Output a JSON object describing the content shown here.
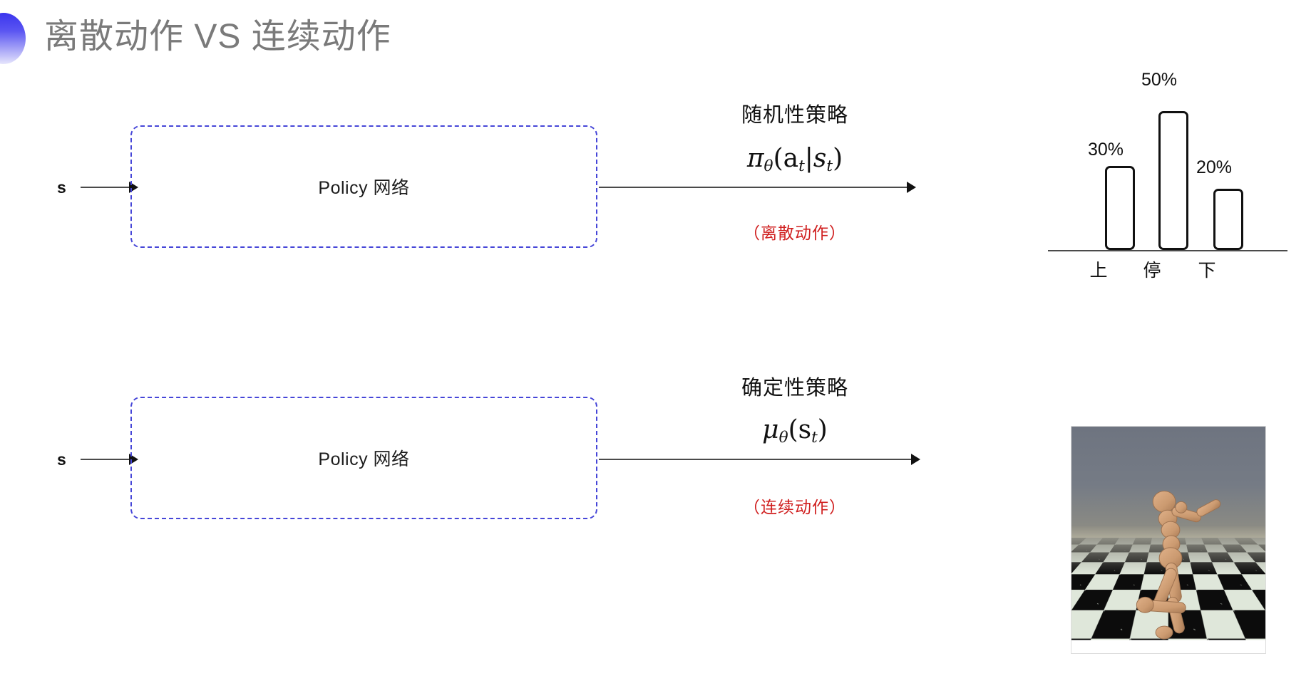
{
  "slide": {
    "title": "离散动作 VS 连续动作",
    "accent_color": "#3b35ee",
    "title_color": "#7a7a7a",
    "note_color": "#d02020",
    "box_border_color": "#4646d8"
  },
  "rows": [
    {
      "input_label": "s",
      "box_label": "Policy 网络",
      "caption": "随机性策略",
      "formula_main": "π",
      "formula_sub": "θ",
      "formula_args": "(a",
      "formula_args_sub": "t",
      "formula_args_mid": "|s",
      "formula_args_sub2": "t",
      "formula_args_end": ")",
      "note": "（离散动作）"
    },
    {
      "input_label": "s",
      "box_label": "Policy 网络",
      "caption": "确定性策略",
      "formula_main": "μ",
      "formula_sub": "θ",
      "formula_args": "(s",
      "formula_args_sub": "t",
      "formula_args_end": ")",
      "note": "（连续动作）"
    }
  ],
  "chart_data": {
    "type": "bar",
    "title": "",
    "categories": [
      "上",
      "停",
      "下"
    ],
    "values": [
      30,
      50,
      20
    ],
    "value_labels": [
      "30%",
      "50%",
      "20%"
    ],
    "ylabel": "",
    "xlabel": "",
    "ylim": [
      0,
      55
    ],
    "grid": false,
    "legend": null
  },
  "sim_image": {
    "name": "mujoco-humanoid-simulation",
    "sky_color": "#6e7480",
    "floor_light": "#dfe7da",
    "floor_dark": "#0c0c0c",
    "body_color": "#d1a078"
  }
}
